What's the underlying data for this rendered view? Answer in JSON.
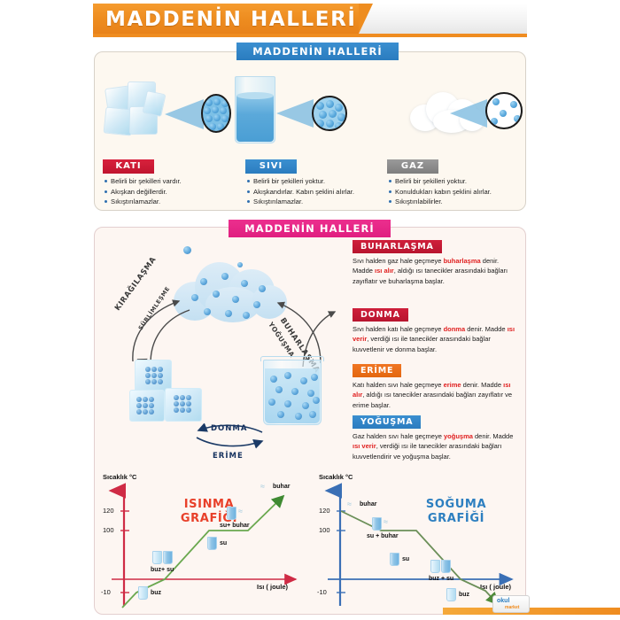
{
  "header": {
    "title": "MADDENİN HALLERİ"
  },
  "section1": {
    "tab_label": "MADDENİN HALLERİ",
    "states": [
      {
        "name": "KATI",
        "color": "#c0152f",
        "bullets": [
          "Belirli bir şekilleri vardır.",
          "Akışkan değillerdir.",
          "Sıkıştırılamazlar."
        ]
      },
      {
        "name": "SIVI",
        "color": "#2a7cbf",
        "bullets": [
          "Belirli bir şekilleri yoktur.",
          "Akışkandırlar. Kabın şeklini alırlar.",
          "Sıkıştırılamazlar."
        ]
      },
      {
        "name": "GAZ",
        "color": "#7e7e7e",
        "bullets": [
          "Belirli bir şekilleri yoktur.",
          "Konuldukları kabın şeklini alırlar.",
          "Sıkıştırılabilirler."
        ]
      }
    ]
  },
  "section2": {
    "tab_label": "MADDENİN HALLERİ",
    "cycle_labels": {
      "top_left_outer": "KIRAĞILAŞMA",
      "top_left_inner": "SÜBLİMLEŞME",
      "top_right_outer": "BUHARLAŞMA",
      "top_right_inner": "YOĞUŞMA",
      "bottom_top": "DONMA",
      "bottom_bottom": "ERİME"
    },
    "terms": [
      {
        "tag": "BUHARLAŞMA",
        "tag_color": "#b8152f",
        "parts": [
          {
            "t": "Sıvı halden gaz hale geçmeye ",
            "hl": false
          },
          {
            "t": "buharlaşma",
            "hl": true
          },
          {
            "t": " denir. Madde ",
            "hl": false
          },
          {
            "t": "ısı alır",
            "hl": true
          },
          {
            "t": ", aldığı ısı tanecikler arasındaki bağları zayıflatır ve buharlaşma başlar.",
            "hl": false
          }
        ]
      },
      {
        "tag": "DONMA",
        "tag_color": "#b8152f",
        "parts": [
          {
            "t": "Sıvı halden katı hale geçmeye ",
            "hl": false
          },
          {
            "t": "donma",
            "hl": true
          },
          {
            "t": " denir. Madde ",
            "hl": false
          },
          {
            "t": "ısı verir",
            "hl": true
          },
          {
            "t": ", verdiği ısı ile tanecikler arasındaki bağlar kuvvetlenir ve donma başlar.",
            "hl": false
          }
        ]
      },
      {
        "tag": "ERİME",
        "tag_color": "#e3670f",
        "parts": [
          {
            "t": "Katı halden sıvı hale  geçmeye ",
            "hl": false
          },
          {
            "t": "erime",
            "hl": true
          },
          {
            "t": " denir. Madde ",
            "hl": false
          },
          {
            "t": "ısı alır",
            "hl": true
          },
          {
            "t": ", aldığı ısı tanecikler arasındaki bağları zayıflatır ve erime başlar.",
            "hl": false
          }
        ]
      },
      {
        "tag": "YOĞUŞMA",
        "tag_color": "#2a7cbf",
        "parts": [
          {
            "t": "Gaz halden sıvı hale  geçmeye ",
            "hl": false
          },
          {
            "t": "yoğuşma",
            "hl": true
          },
          {
            "t": " denir. Madde ",
            "hl": false
          },
          {
            "t": "ısı verir",
            "hl": true
          },
          {
            "t": ", verdiği  ısı ile tanecikler arasındaki bağları kuvvetlendirir ve yoğuşma başlar.",
            "hl": false
          }
        ]
      }
    ]
  },
  "chart_data": [
    {
      "type": "line",
      "title": "ISINMA GRAFİĞİ",
      "title_color": "#e8402a",
      "axis_color": "#cf2b45",
      "line_color": "#4e9b3d",
      "ylabel": "Sıcaklık °C",
      "xlabel": "Isı ( joule)",
      "yticks": [
        120,
        100,
        -10
      ],
      "ylim": [
        -20,
        140
      ],
      "xlim": [
        0,
        10
      ],
      "x": [
        0,
        1.1,
        3.1,
        5.0,
        7.4,
        9.4
      ],
      "y": [
        -18,
        -10,
        0,
        100,
        100,
        132
      ],
      "phase_labels": [
        {
          "text": "buz",
          "x": 0.9,
          "y": -13
        },
        {
          "text": "buz+ su",
          "x": 2.6,
          "y": 22
        },
        {
          "text": "su",
          "x": 4.6,
          "y": 58
        },
        {
          "text": "su+ buhar",
          "x": 6.4,
          "y": 112
        },
        {
          "text": "buhar",
          "x": 9.0,
          "y": 136
        }
      ]
    },
    {
      "type": "line",
      "title": "SOĞUMA GRAFİĞİ",
      "title_color": "#2d7fc0",
      "axis_color": "#3a6fb5",
      "line_color": "#6b8f58",
      "ylabel": "Sıcaklık °C",
      "xlabel": "Isı ( joule)",
      "yticks": [
        120,
        100,
        -10
      ],
      "ylim": [
        -20,
        140
      ],
      "xlim": [
        0,
        10
      ],
      "x": [
        0.2,
        2.2,
        4.0,
        6.6,
        8.2,
        9.4
      ],
      "y": [
        122,
        100,
        100,
        0,
        -8,
        -18
      ],
      "phase_labels": [
        {
          "text": "buhar",
          "x": 1.3,
          "y": 128
        },
        {
          "text": "su + buhar",
          "x": 2.7,
          "y": 102
        },
        {
          "text": "su",
          "x": 4.4,
          "y": 50
        },
        {
          "text": "buz + su",
          "x": 6.5,
          "y": 10
        },
        {
          "text": "buz",
          "x": 8.4,
          "y": -12
        }
      ]
    }
  ],
  "logo": {
    "top": "okul",
    "bottom": "market"
  }
}
